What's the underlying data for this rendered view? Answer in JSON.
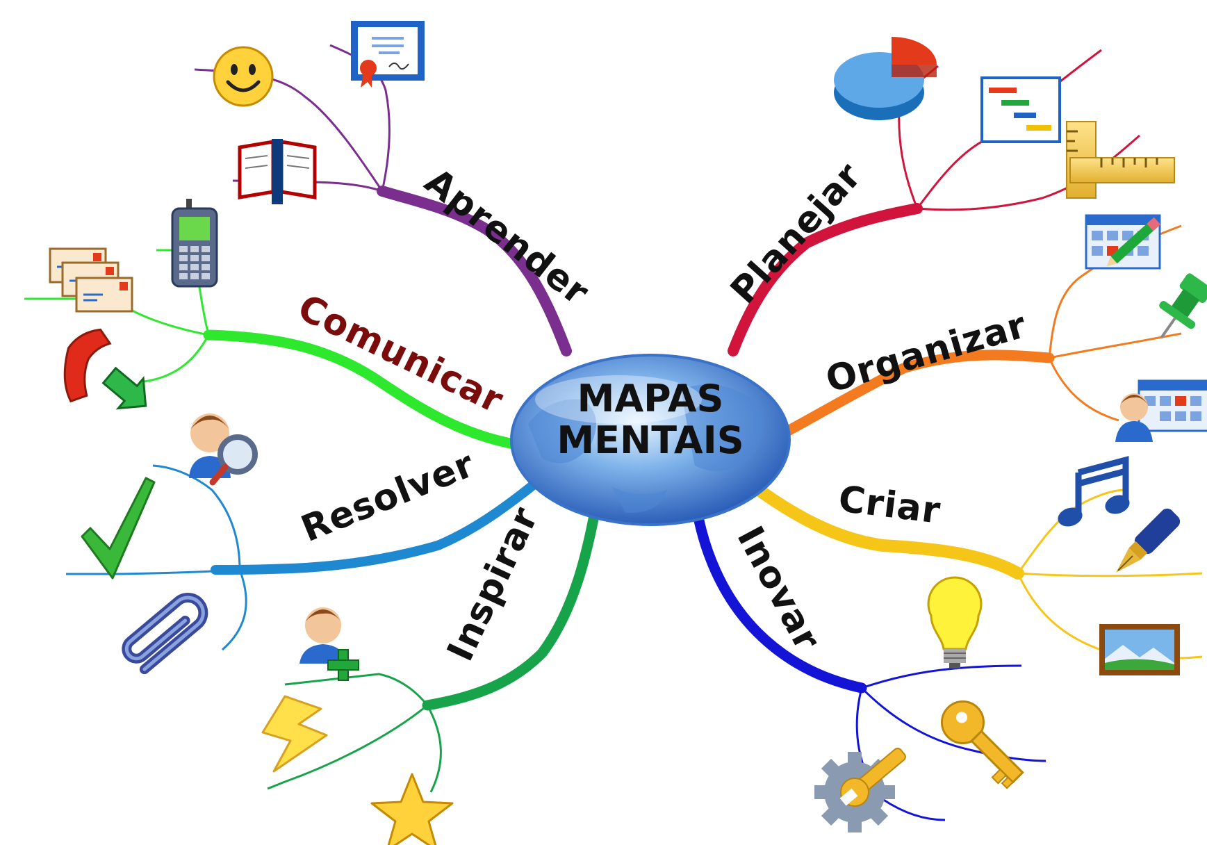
{
  "center": {
    "line1": "MAPAS",
    "line2": "MENTAIS"
  },
  "branches": [
    {
      "id": "aprender",
      "label": "Aprender",
      "color": "#7a2e8e",
      "label_color": "#111111",
      "icons": [
        "book-icon",
        "smiley-icon",
        "certificate-icon"
      ]
    },
    {
      "id": "planejar",
      "label": "Planejar",
      "color": "#d0143c",
      "label_color": "#111111",
      "icons": [
        "pie-chart-icon",
        "gantt-chart-icon",
        "ruler-icon"
      ]
    },
    {
      "id": "organizar",
      "label": "Organizar",
      "color": "#f47a1f",
      "label_color": "#111111",
      "icons": [
        "calendar-pencil-icon",
        "pushpin-icon",
        "calendar-person-icon"
      ]
    },
    {
      "id": "criar",
      "label": "Criar",
      "color": "#f5c518",
      "label_color": "#111111",
      "icons": [
        "music-note-icon",
        "fountain-pen-icon",
        "picture-icon"
      ]
    },
    {
      "id": "inovar",
      "label": "Inovar",
      "color": "#1414d6",
      "label_color": "#111111",
      "icons": [
        "lightbulb-icon",
        "key-icon",
        "gear-wrench-icon"
      ]
    },
    {
      "id": "inspirar",
      "label": "Inspirar",
      "color": "#16a34a",
      "label_color": "#111111",
      "icons": [
        "add-person-icon",
        "lightning-icon",
        "star-icon"
      ]
    },
    {
      "id": "resolver",
      "label": "Resolver",
      "color": "#1e88d0",
      "label_color": "#111111",
      "icons": [
        "person-search-icon",
        "checkmark-icon",
        "paperclip-icon"
      ]
    },
    {
      "id": "comunicar",
      "label": "Comunicar",
      "color": "#2ee82e",
      "label_color": "#7a0c0c",
      "icons": [
        "envelopes-icon",
        "cellphone-icon",
        "telephone-icon"
      ]
    }
  ]
}
